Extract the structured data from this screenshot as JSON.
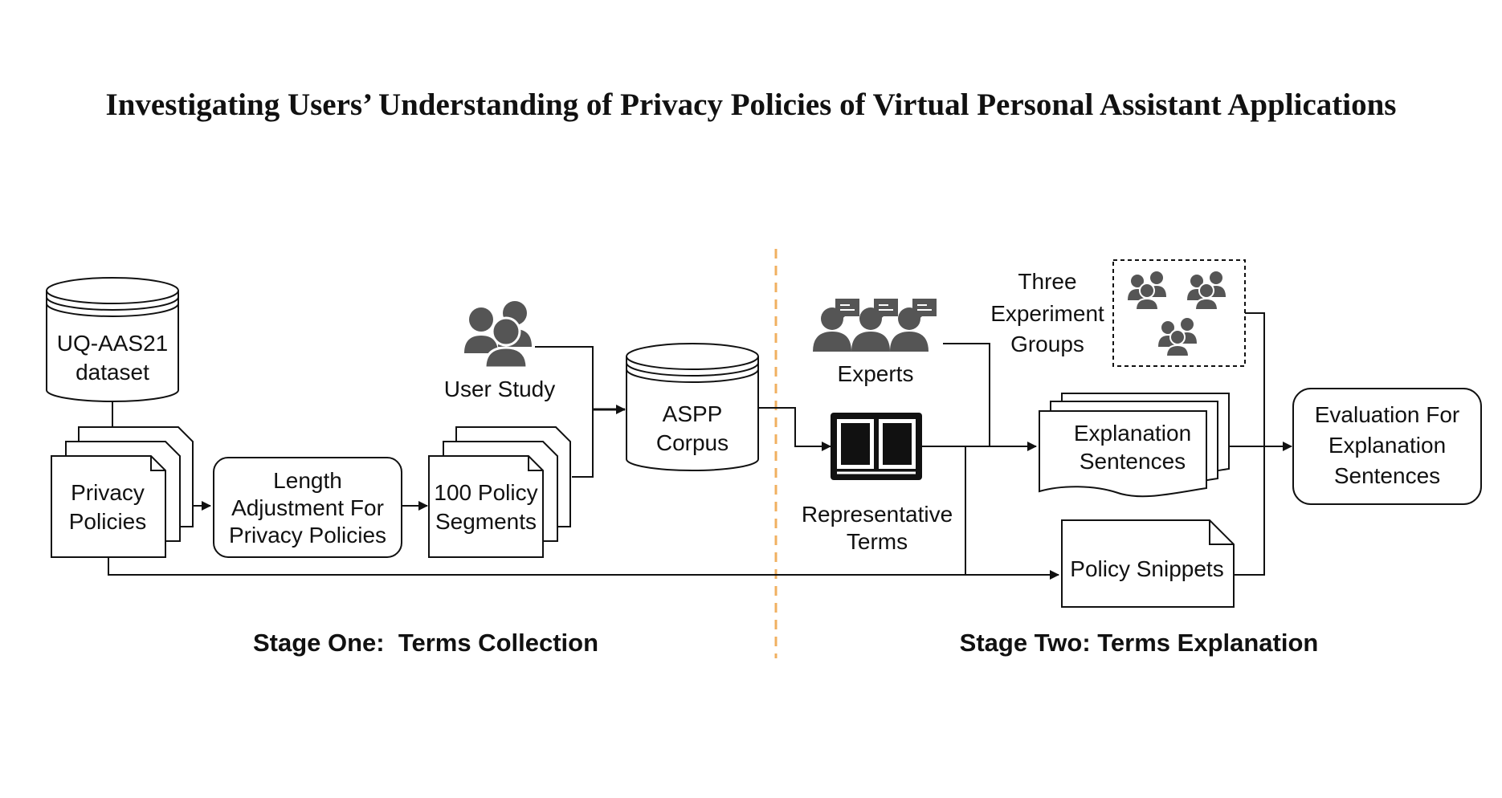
{
  "title": "Investigating Users’ Understanding of Privacy Policies of Virtual Personal Assistant Applications",
  "nodes": {
    "dataset": [
      "UQ-AAS21",
      "dataset"
    ],
    "privacy_policies": [
      "Privacy",
      "Policies"
    ],
    "length_adjustment": [
      "Length",
      "Adjustment For",
      "Privacy Policies"
    ],
    "policy_segments": [
      "100 Policy",
      "Segments"
    ],
    "user_study": "User Study",
    "aspp_corpus": [
      "ASPP",
      "Corpus"
    ],
    "experts": "Experts",
    "representative_terms": [
      "Representative",
      "Terms"
    ],
    "three_groups": [
      "Three",
      "Experiment",
      "Groups"
    ],
    "explanation_sentences": [
      "Explanation",
      "Sentences"
    ],
    "policy_snippets": "Policy Snippets",
    "evaluation": [
      "Evaluation For",
      "Explanation",
      "Sentences"
    ]
  },
  "stages": {
    "one": "Stage One:  Terms Collection",
    "two": "Stage Two: Terms Explanation"
  },
  "colors": {
    "divider": "#f0b060",
    "icon": "#555555",
    "stroke": "#111111"
  }
}
